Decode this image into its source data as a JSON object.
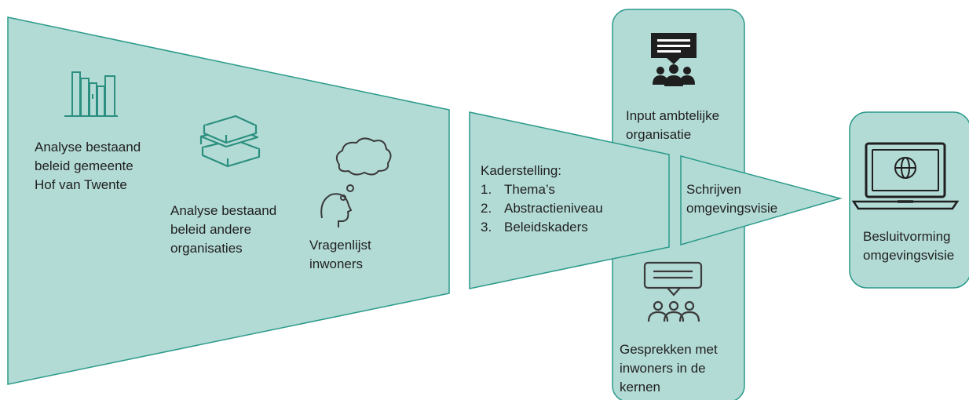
{
  "colors": {
    "fill": "#b3dbd6",
    "stroke": "#2a9a8a",
    "icon_dark": "#3a3a3a",
    "icon_teal": "#2b8f7f",
    "text": "#1f1f1f"
  },
  "stage1": {
    "analyse_hof": "Analyse bestaand\nbeleid gemeente\nHof van Twente",
    "analyse_andere": "Analyse bestaand\nbeleid andere\norganisaties",
    "vragenlijst": "Vragenlijst\ninwoners",
    "icons": [
      "books-shelf-icon",
      "book-stack-icon",
      "thinking-head-icon"
    ]
  },
  "panel": {
    "input_ambtelijk": "Input ambtelijke\norganisatie",
    "gesprekken": "Gesprekken met\ninwoners in de\nkernen",
    "icons": [
      "presentation-audience-icon",
      "speech-bubble-people-icon"
    ]
  },
  "stage2": {
    "title": "Kaderstelling:",
    "items": [
      {
        "num": "1.",
        "text": "Thema’s"
      },
      {
        "num": "2.",
        "text": "Abstractieniveau"
      },
      {
        "num": "3.",
        "text": "Beleidskaders"
      }
    ]
  },
  "stage3": {
    "label": "Schrijven\nomgevingsvisie"
  },
  "final": {
    "label": "Besluitvorming\nomgevingsvisie",
    "icon": "laptop-globe-icon"
  }
}
